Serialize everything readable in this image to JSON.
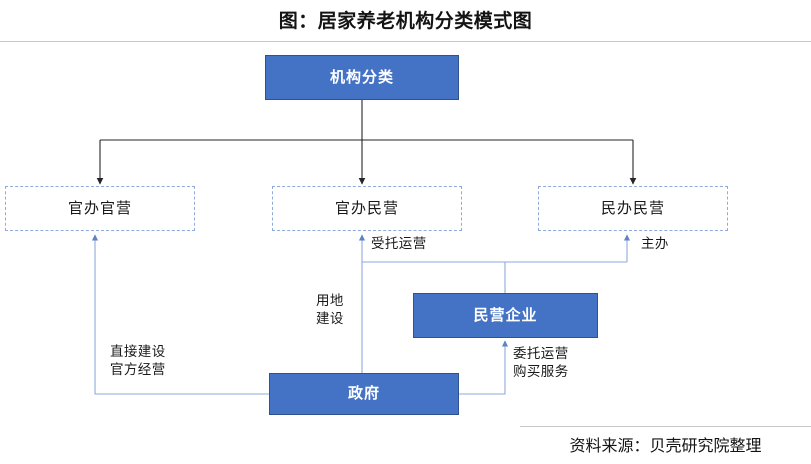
{
  "figure": {
    "title": "图：居家养老机构分类模式图",
    "source_note": "资料来源：贝壳研究院整理"
  },
  "colors": {
    "node_fill": "#4472C4",
    "node_border": "#2F528F",
    "node_text": "#FFFFFF",
    "dashed_border": "#8FAADC",
    "connector_blue": "#8FAADC",
    "connector_black": "#262626",
    "rule": "#C9C9C9",
    "background": "#FFFFFF"
  },
  "nodes": {
    "root": {
      "label": "机构分类",
      "style": "solid"
    },
    "gov_gov": {
      "label": "官办官营",
      "style": "dashed"
    },
    "gov_priv": {
      "label": "官办民营",
      "style": "dashed"
    },
    "priv_priv": {
      "label": "民办民营",
      "style": "dashed"
    },
    "enterprise": {
      "label": "民营企业",
      "style": "solid"
    },
    "government": {
      "label": "政府",
      "style": "solid"
    }
  },
  "edge_labels": {
    "entrusted_operation": "受托运营",
    "host": "主办",
    "land_construction": "用地\n建设",
    "direct_build_official_operate": "直接建设\n官方经营",
    "commissioned_purchase": "委托运营\n购买服务"
  },
  "edges": [
    {
      "from": "root",
      "to": "gov_gov",
      "label": "",
      "arrow_color": "black"
    },
    {
      "from": "root",
      "to": "gov_priv",
      "label": "",
      "arrow_color": "black"
    },
    {
      "from": "root",
      "to": "priv_priv",
      "label": "",
      "arrow_color": "black"
    },
    {
      "from": "government",
      "to": "gov_gov",
      "label": "直接建设\n官方经营",
      "arrow_color": "blue"
    },
    {
      "from": "government",
      "to": "gov_priv",
      "label": "用地\n建设",
      "arrow_color": "blue"
    },
    {
      "from": "enterprise",
      "to": "gov_priv",
      "label": "受托运营",
      "arrow_color": "blue"
    },
    {
      "from": "enterprise",
      "to": "priv_priv",
      "label": "主办",
      "arrow_color": "blue"
    },
    {
      "from": "government",
      "to": "enterprise",
      "label": "委托运营\n购买服务",
      "arrow_color": "blue"
    }
  ]
}
